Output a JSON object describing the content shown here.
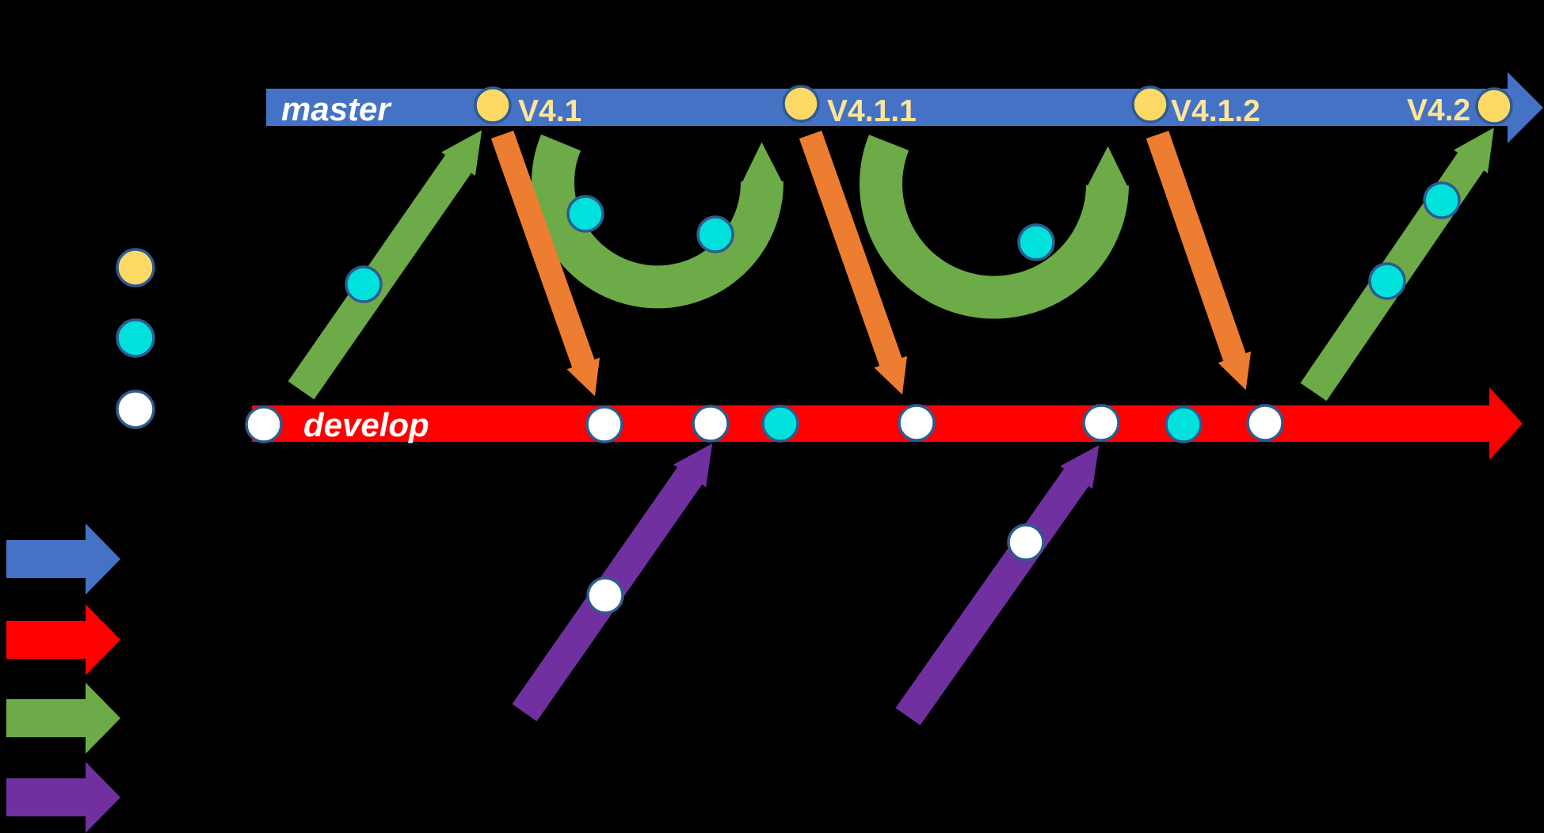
{
  "branches": {
    "master": {
      "label": "master"
    },
    "develop": {
      "label": "develop"
    }
  },
  "tags": {
    "v41": {
      "label": "V4.1"
    },
    "v411": {
      "label": "V4.1.1"
    },
    "v412": {
      "label": "V4.1.2"
    },
    "v42": {
      "label": "V4.2"
    }
  },
  "colors": {
    "background": "#000000",
    "master-blue": "#4472C4",
    "develop-red": "#FF0000",
    "release-green": "#6CAB47",
    "hotfix-orange": "#ED7D31",
    "feature-purple": "#7030A0",
    "tag-yellow": "#FFD966",
    "commit-cyan": "#00E1DB",
    "commit-white": "#FFFFFF",
    "dot-border": "#2E5B90",
    "branch-text": "#FFFFFF",
    "tag-text": "#FFE599"
  }
}
